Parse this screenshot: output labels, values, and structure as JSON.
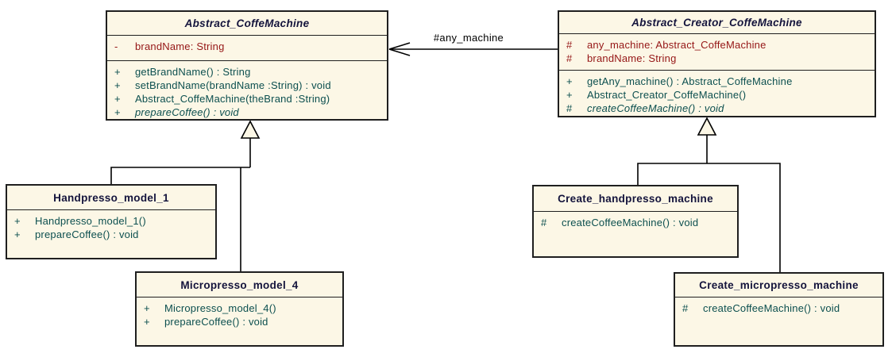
{
  "colors": {
    "box_fill": "#FCF7E6",
    "box_border": "#1F1F1F",
    "title_color": "#14143C",
    "attr_color": "#951616",
    "method_color": "#0C4F4F",
    "line_color": "#000000",
    "label_color": "#000000",
    "bg": "#FFFFFF"
  },
  "classes": [
    {
      "name": "Abstract_CoffeMachine",
      "abstract": true,
      "attributes": [
        {
          "vis": "-",
          "text": "brandName: String"
        }
      ],
      "methods": [
        {
          "vis": "+",
          "text": "getBrandName() : String"
        },
        {
          "vis": "+",
          "text": "setBrandName(brandName :String) : void"
        },
        {
          "vis": "+",
          "text": "Abstract_CoffeMachine(theBrand :String)"
        },
        {
          "vis": "+",
          "text": "prepareCoffee() : void",
          "italic": true
        }
      ]
    },
    {
      "name": "Abstract_Creator_CoffeMachine",
      "abstract": true,
      "attributes": [
        {
          "vis": "#",
          "text": "any_machine: Abstract_CoffeMachine"
        },
        {
          "vis": "#",
          "text": "brandName: String"
        }
      ],
      "methods": [
        {
          "vis": "+",
          "text": "getAny_machine() : Abstract_CoffeMachine"
        },
        {
          "vis": "+",
          "text": "Abstract_Creator_CoffeMachine()"
        },
        {
          "vis": "#",
          "text": "createCoffeeMachine() : void",
          "italic": true
        }
      ]
    },
    {
      "name": "Handpresso_model_1",
      "abstract": false,
      "attributes": [],
      "methods": [
        {
          "vis": "+",
          "text": "Handpresso_model_1()"
        },
        {
          "vis": "+",
          "text": "prepareCoffee() : void"
        }
      ]
    },
    {
      "name": "Micropresso_model_4",
      "abstract": false,
      "attributes": [],
      "methods": [
        {
          "vis": "+",
          "text": "Micropresso_model_4()"
        },
        {
          "vis": "+",
          "text": "prepareCoffee() : void"
        }
      ]
    },
    {
      "name": "Create_handpresso_machine",
      "abstract": false,
      "attributes": [],
      "methods": [
        {
          "vis": "#",
          "text": "createCoffeeMachine() : void"
        }
      ]
    },
    {
      "name": "Create_micropresso_machine",
      "abstract": false,
      "attributes": [],
      "methods": [
        {
          "vis": "#",
          "text": "createCoffeeMachine() : void"
        }
      ]
    }
  ],
  "relationships": [
    {
      "type": "association",
      "label": "#any_machine",
      "from": "Abstract_Creator_CoffeMachine",
      "to": "Abstract_CoffeMachine"
    },
    {
      "type": "generalization",
      "from": "Handpresso_model_1",
      "to": "Abstract_CoffeMachine"
    },
    {
      "type": "generalization",
      "from": "Micropresso_model_4",
      "to": "Abstract_CoffeMachine"
    },
    {
      "type": "generalization",
      "from": "Create_handpresso_machine",
      "to": "Abstract_Creator_CoffeMachine"
    },
    {
      "type": "generalization",
      "from": "Create_micropresso_machine",
      "to": "Abstract_Creator_CoffeMachine"
    }
  ]
}
